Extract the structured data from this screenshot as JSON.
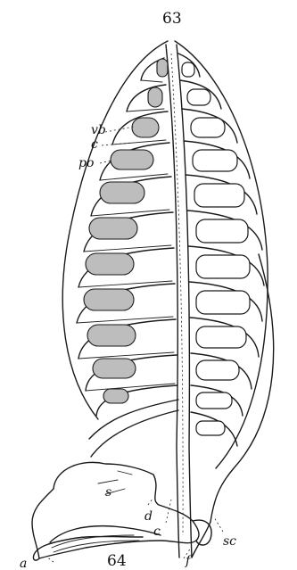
{
  "figures": [
    {
      "number": "63",
      "labels": {
        "vb": "vb",
        "c": "c",
        "po": "po",
        "s": "s",
        "c_lower": "c",
        "sc": "sc"
      }
    },
    {
      "number": "64",
      "labels": {
        "d": "d",
        "a": "a",
        "f": "f"
      }
    }
  ]
}
